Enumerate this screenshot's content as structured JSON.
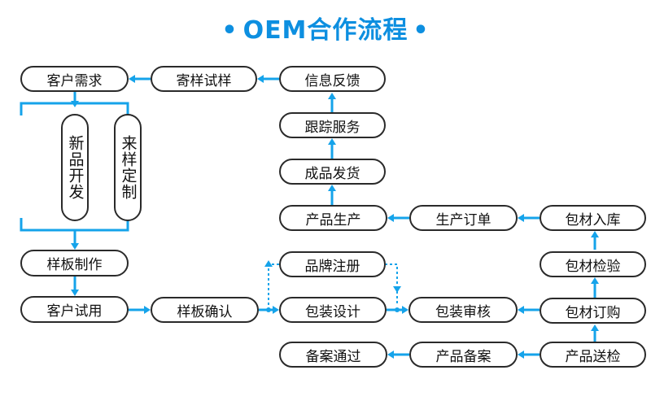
{
  "title": {
    "text": "OEM合作流程",
    "bullet_left": "•",
    "bullet_right": "•"
  },
  "colors": {
    "title": "#0d8fe0",
    "connector": "#15a3ea",
    "node_border": "#2a2a2a"
  },
  "nodes": {
    "customer_demand": "客户需求",
    "send_sample": "寄样试样",
    "feedback": "信息反馈",
    "follow_up": "跟踪服务",
    "shipment": "成品发货",
    "new_product_dev": "新品开发",
    "sample_custom": "来样定制",
    "production": "产品生产",
    "production_order": "生产订单",
    "packaging_storage": "包材入库",
    "sample_making": "样板制作",
    "brand_registration": "品牌注册",
    "packaging_inspection": "包材检验",
    "customer_trial": "客户试用",
    "sample_confirm": "样板确认",
    "packaging_design": "包装设计",
    "packaging_review": "包装审核",
    "packaging_purchase": "包材订购",
    "filing_approved": "备案通过",
    "product_filing": "产品备案",
    "product_testing": "产品送检"
  }
}
